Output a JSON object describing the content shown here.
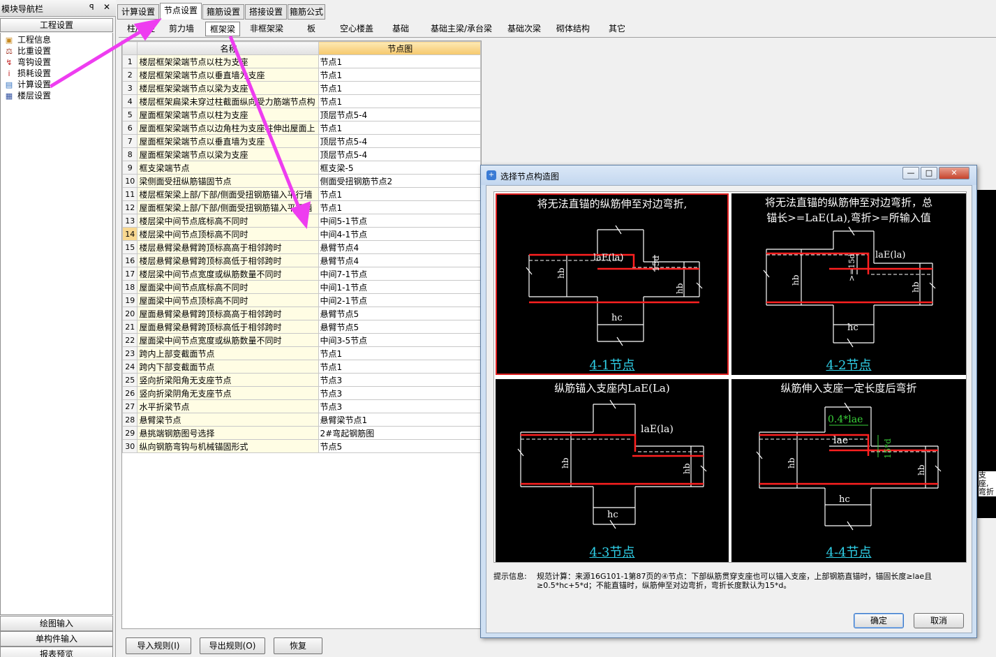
{
  "nav": {
    "title": "模块导航栏",
    "pin": "ꟼ",
    "close": "✕",
    "section": "工程设置",
    "items": [
      {
        "label": "工程信息"
      },
      {
        "label": "比重设置"
      },
      {
        "label": "弯钩设置"
      },
      {
        "label": "损耗设置"
      },
      {
        "label": "计算设置"
      },
      {
        "label": "楼层设置"
      }
    ],
    "buttons": [
      "绘图输入",
      "单构件输入",
      "报表预览"
    ]
  },
  "top_tabs": [
    "计算设置",
    "节点设置",
    "箍筋设置",
    "搭接设置",
    "箍筋公式"
  ],
  "sub_tabs": [
    "柱/墙柱",
    "剪力墙",
    "框架梁",
    "非框架梁",
    "板",
    "空心楼盖",
    "基础",
    "基础主梁/承台梁",
    "基础次梁",
    "砌体结构",
    "其它"
  ],
  "grid": {
    "headers": [
      "",
      "名称",
      "节点图"
    ],
    "selected_row": 14,
    "rows": [
      [
        "1",
        "楼层框架梁端节点以柱为支座",
        "节点1"
      ],
      [
        "2",
        "楼层框架梁端节点以垂直墙为支座",
        "节点1"
      ],
      [
        "3",
        "楼层框架梁端节点以梁为支座",
        "节点1"
      ],
      [
        "4",
        "楼层框架扁梁未穿过柱截面纵向受力筋端节点构",
        "节点1"
      ],
      [
        "5",
        "屋面框架梁端节点以柱为支座",
        "顶层节点5-4"
      ],
      [
        "6",
        "屋面框架梁端节点以边角柱为支座柱伸出屋面上",
        "节点1"
      ],
      [
        "7",
        "屋面框架梁端节点以垂直墙为支座",
        "顶层节点5-4"
      ],
      [
        "8",
        "屋面框架梁端节点以梁为支座",
        "顶层节点5-4"
      ],
      [
        "9",
        "框支梁端节点",
        "框支梁-5"
      ],
      [
        "10",
        "梁侧面受扭纵筋锚固节点",
        "侧面受扭钢筋节点2"
      ],
      [
        "11",
        "楼层框架梁上部/下部/侧面受扭钢筋锚入平行墙",
        "节点1"
      ],
      [
        "12",
        "屋面框架梁上部/下部/侧面受扭钢筋锚入平行墙",
        "节点1"
      ],
      [
        "13",
        "楼层梁中间节点底标高不同时",
        "中间5-1节点"
      ],
      [
        "14",
        "楼层梁中间节点顶标高不同时",
        "中间4-1节点"
      ],
      [
        "15",
        "楼层悬臂梁悬臂跨顶标高高于相邻跨时",
        "悬臂节点4"
      ],
      [
        "16",
        "楼层悬臂梁悬臂跨顶标高低于相邻跨时",
        "悬臂节点4"
      ],
      [
        "17",
        "楼层梁中间节点宽度或纵筋数量不同时",
        "中间7-1节点"
      ],
      [
        "18",
        "屋面梁中间节点底标高不同时",
        "中间1-1节点"
      ],
      [
        "19",
        "屋面梁中间节点顶标高不同时",
        "中间2-1节点"
      ],
      [
        "20",
        "屋面悬臂梁悬臂跨顶标高高于相邻跨时",
        "悬臂节点5"
      ],
      [
        "21",
        "屋面悬臂梁悬臂跨顶标高低于相邻跨时",
        "悬臂节点5"
      ],
      [
        "22",
        "屋面梁中间节点宽度或纵筋数量不同时",
        "中间3-5节点"
      ],
      [
        "23",
        "跨内上部变截面节点",
        "节点1"
      ],
      [
        "24",
        "跨内下部变截面节点",
        "节点1"
      ],
      [
        "25",
        "竖向折梁阳角无支座节点",
        "节点3"
      ],
      [
        "26",
        "竖向折梁阴角无支座节点",
        "节点3"
      ],
      [
        "27",
        "水平折梁节点",
        "节点3"
      ],
      [
        "28",
        "悬臂梁节点",
        "悬臂梁节点1"
      ],
      [
        "29",
        "悬挑端钢筋图号选择",
        "2#弯起钢筋图"
      ],
      [
        "30",
        "纵向钢筋弯钩与机械锚固形式",
        "节点5"
      ]
    ]
  },
  "bottom_buttons": [
    "导入规则(I)",
    "导出规则(O)",
    "恢复"
  ],
  "dialog": {
    "title": "选择节点构造图",
    "win_buttons": [
      "—",
      "□",
      "✕"
    ],
    "panels": [
      {
        "title1": "将无法直锚的纵筋伸至对边弯折,",
        "title2": "",
        "label": "4-1节点",
        "texts": [
          "laE(la)",
          "15d",
          "hb",
          "hb",
          "hc"
        ]
      },
      {
        "title1": "将无法直锚的纵筋伸至对边弯折，总",
        "title2": "锚长>=LaE(La),弯折>=所输入值",
        "label": "4-2节点",
        "texts": [
          "laE(la)",
          ">=15d",
          "hb",
          "hb",
          "hc"
        ]
      },
      {
        "title1": "纵筋锚入支座内LaE(La)",
        "title2": "",
        "label": "4-3节点",
        "texts": [
          "laE(la)",
          "hb",
          "hb",
          "hc"
        ]
      },
      {
        "title1": "纵筋伸入支座一定长度后弯折",
        "title2": "",
        "label": "4-4节点",
        "texts": [
          "0.4*lae",
          "lae",
          "15*d",
          "hb",
          "hb",
          "hc"
        ]
      }
    ],
    "hint_label": "提示信息:",
    "hint_text": "规范计算：来源16G101-1第87页的④节点：下部纵筋贯穿支座也可以锚入支座，上部钢筋直锚时，锚固长度≥lae且≥0.5*hc+5*d；不能直锚时，纵筋伸至对边弯折，弯折长度默认为15*d。",
    "ok": "确定",
    "cancel": "取消"
  },
  "right_edge_text": "支座,\n弯折",
  "colors": {
    "accent_arrow": "#ee3df0",
    "selected_border": "#e02020",
    "label_cyan": "#2fd0e8",
    "rebar_red": "#ff2020"
  }
}
